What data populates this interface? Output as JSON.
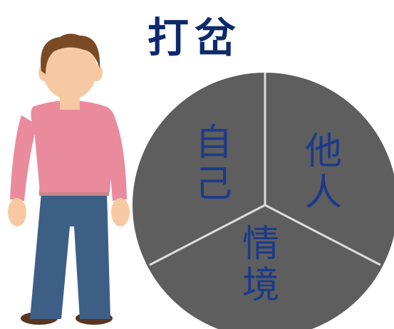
{
  "title": "打岔",
  "segments": {
    "self": [
      "自",
      "己"
    ],
    "others": [
      "他",
      "人"
    ],
    "context": [
      "情",
      "境"
    ]
  },
  "colors": {
    "title": "#0d2a6b",
    "disc": "#5e5e5e",
    "label": "#1b3a8a",
    "shirt": "#e98b9c",
    "pants": "#3d5f86",
    "hair": "#7a4a24",
    "skin": "#f6c9a3"
  }
}
